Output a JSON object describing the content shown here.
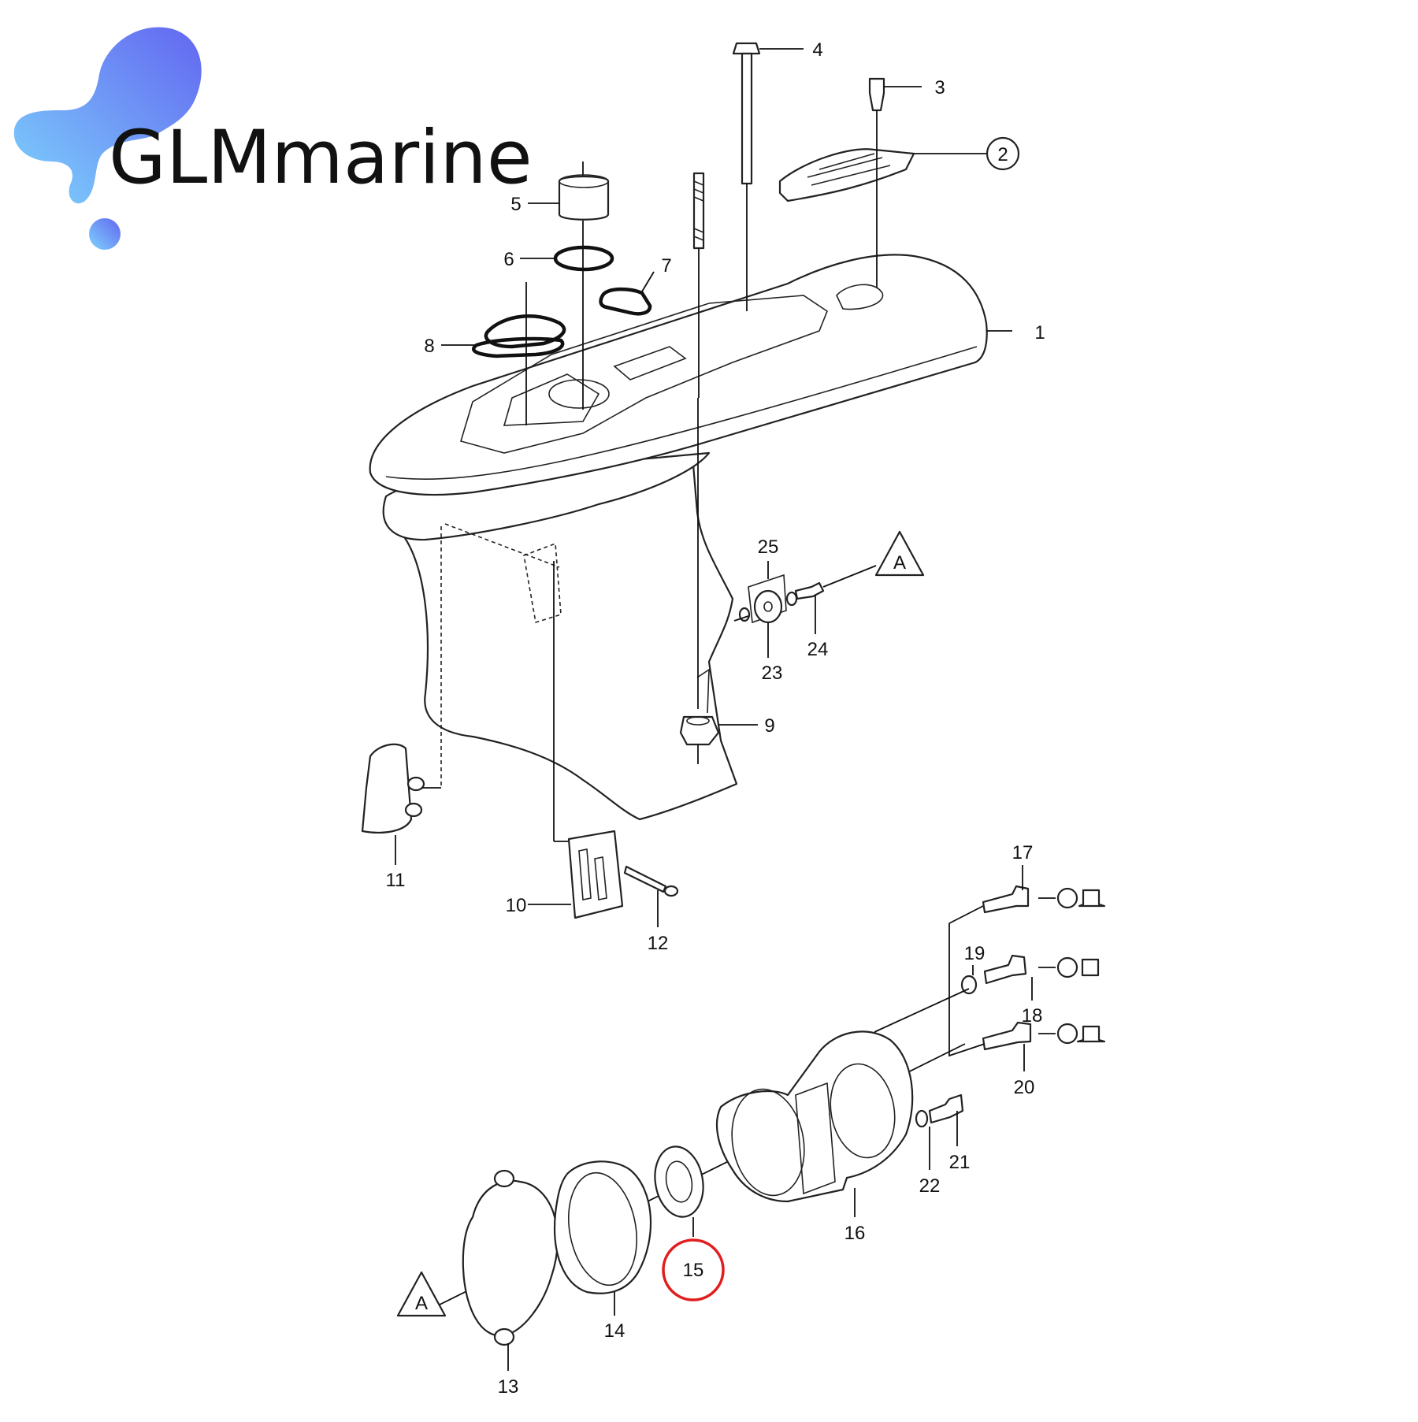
{
  "brand": {
    "name": "GLMmarine",
    "colors": {
      "text": "#4f46e5",
      "blob_start": "#7dd3fc",
      "blob_end": "#6366f1"
    }
  },
  "diagram": {
    "callouts": [
      "1",
      "2",
      "3",
      "4",
      "5",
      "6",
      "7",
      "8",
      "9",
      "10",
      "11",
      "12",
      "13",
      "14",
      "15",
      "16",
      "17",
      "18",
      "19",
      "20",
      "21",
      "22",
      "23",
      "24",
      "25"
    ],
    "reference_markers": [
      "A",
      "A"
    ],
    "highlighted_part": "15",
    "highlight_color": "#e11d1d"
  }
}
